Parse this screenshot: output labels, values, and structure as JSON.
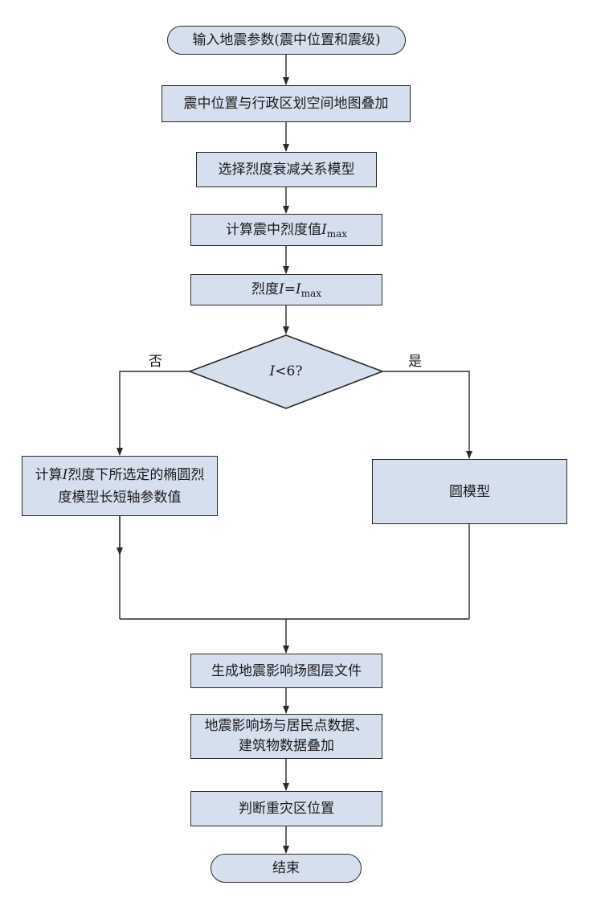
{
  "nodes": {
    "start": "输入地震参数(震中位置和震级)",
    "overlay_admin": "震中位置与行政区划空间地图叠加",
    "select_model": "选择烈度衰减关系模型",
    "calc_epicenter": {
      "prefix": "计算震中烈度值",
      "var": "I",
      "sub": "max"
    },
    "set_intensity": {
      "prefix": "烈度",
      "var": "I",
      "eq": "=",
      "var2": "I",
      "sub": "max"
    },
    "decision": {
      "var": "I",
      "text": "<6?"
    },
    "ellipse_model": {
      "line1_prefix": "计算",
      "line1_var": "I",
      "line1_suffix": "烈度下所选定的椭圆烈",
      "line2": "度模型长短轴参数值"
    },
    "circle_model": "圆模型",
    "gen_layer": "生成地震影响场图层文件",
    "overlay_data": {
      "line1": "地震影响场与居民点数据、",
      "line2": "建筑物数据叠加"
    },
    "judge": "判断重灾区位置",
    "end": "结束"
  },
  "branch_labels": {
    "no": "否",
    "yes": "是"
  },
  "colors": {
    "box_fill": "#d6dfee",
    "stroke": "#2a2a2a"
  }
}
